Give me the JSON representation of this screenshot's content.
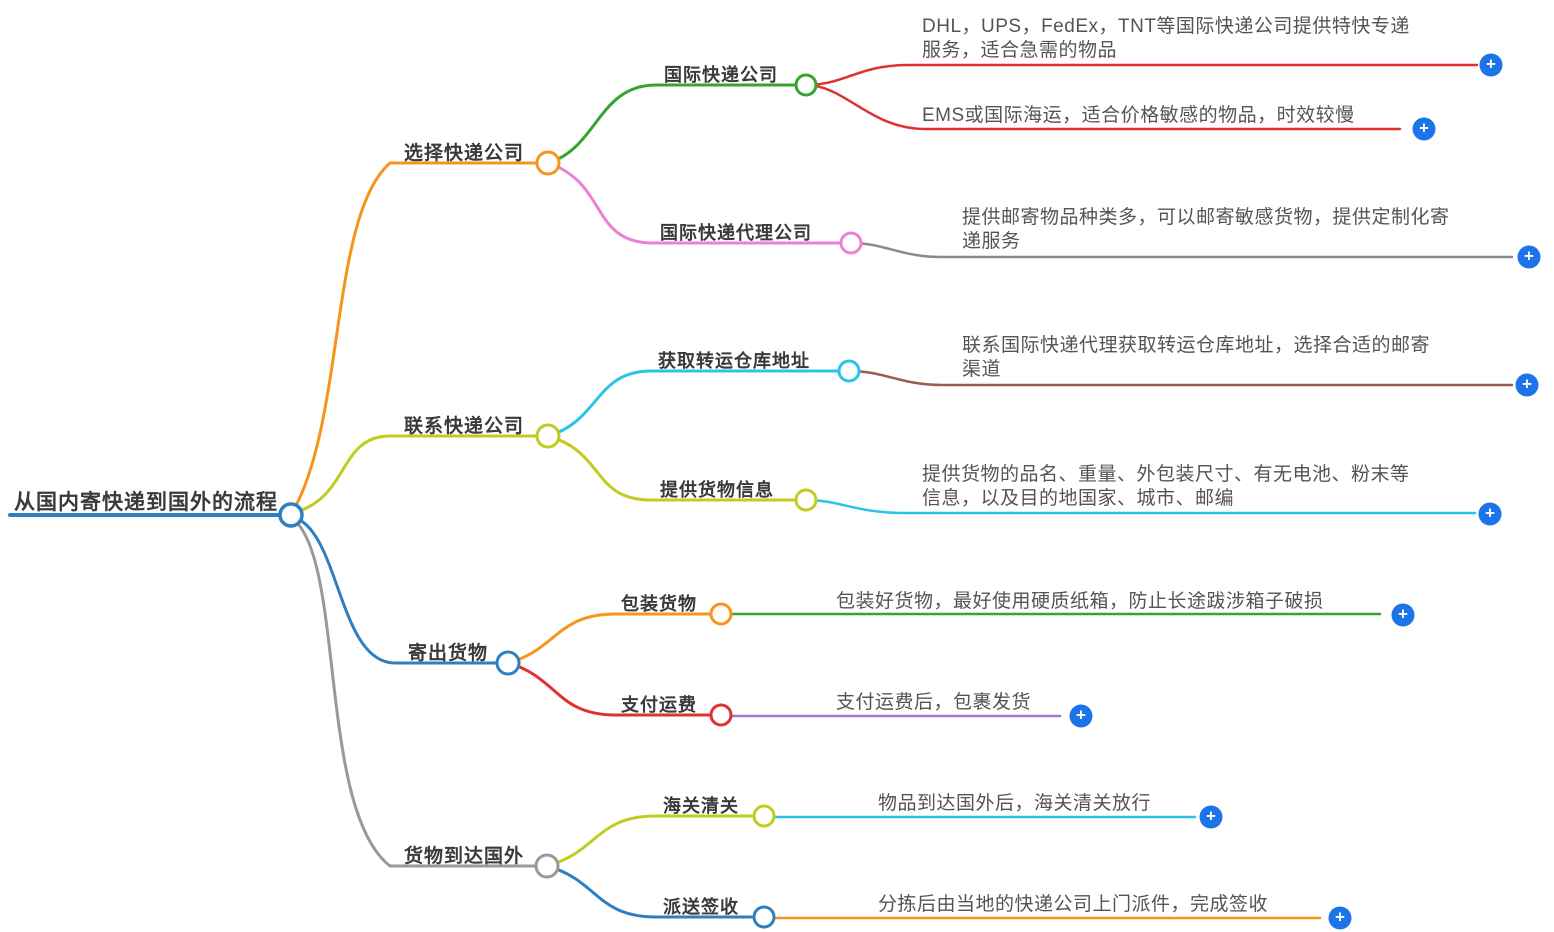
{
  "diagram": {
    "root": {
      "label": "从国内寄快递到国外的流程"
    },
    "branches": [
      {
        "label": "选择快递公司",
        "children": [
          {
            "label": "国际快递公司",
            "notes": [
              {
                "text": "DHL，UPS，FedEx，TNT等国际快递公司提供特快专递服务，适合急需的物品"
              },
              {
                "text": "EMS或国际海运，适合价格敏感的物品，时效较慢"
              }
            ]
          },
          {
            "label": "国际快递代理公司",
            "notes": [
              {
                "text": "提供邮寄物品种类多，可以邮寄敏感货物，提供定制化寄递服务"
              }
            ]
          }
        ]
      },
      {
        "label": "联系快递公司",
        "children": [
          {
            "label": "获取转运仓库地址",
            "notes": [
              {
                "text": "联系国际快递代理获取转运仓库地址，选择合适的邮寄渠道"
              }
            ]
          },
          {
            "label": "提供货物信息",
            "notes": [
              {
                "text": "提供货物的品名、重量、外包装尺寸、有无电池、粉末等信息，以及目的地国家、城市、邮编"
              }
            ]
          }
        ]
      },
      {
        "label": "寄出货物",
        "children": [
          {
            "label": "包装货物",
            "notes": [
              {
                "text": "包装好货物，最好使用硬质纸箱，防止长途跋涉箱子破损"
              }
            ]
          },
          {
            "label": "支付运费",
            "notes": [
              {
                "text": "支付运费后，包裹发货"
              }
            ]
          }
        ]
      },
      {
        "label": "货物到达国外",
        "children": [
          {
            "label": "海关清关",
            "notes": [
              {
                "text": "物品到达国外后，海关清关放行"
              }
            ]
          },
          {
            "label": "派送签收",
            "notes": [
              {
                "text": "分拣后由当地的快递公司上门派件，完成签收"
              }
            ]
          }
        ]
      }
    ]
  },
  "icons": {
    "plus": "+"
  },
  "colors": {
    "root_blue": "#2e7fc1",
    "orange": "#f7941d",
    "olive": "#c2cb1f",
    "gray_branch": "#999999",
    "green": "#35a52f",
    "pink": "#ee7fd6",
    "red": "#e03131",
    "cyan": "#2bc4e8",
    "brown": "#995c52",
    "purple": "#9a79d0",
    "gray_line": "#8a8a8a",
    "plus_blue": "#1d73e8",
    "label_text": "#3a3a3a",
    "note_text": "#545454",
    "background": "#ffffff"
  }
}
